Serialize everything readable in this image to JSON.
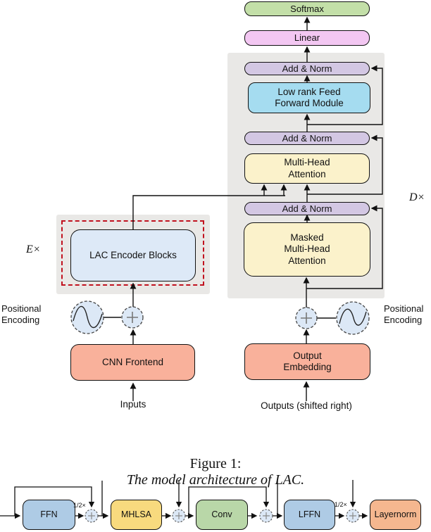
{
  "figure1": {
    "caption": {
      "prefix": "Figure 1:",
      "text": "The model architecture of LAC."
    },
    "multipliers": {
      "encoder": "E×",
      "decoder": "D×"
    },
    "decoder_stack": {
      "softmax": "Softmax",
      "linear": "Linear",
      "add_norm_top": "Add & Norm",
      "low_rank_ffn": "Low rank Feed\nForward Module",
      "add_norm_mid": "Add & Norm",
      "multi_head_attention": "Multi-Head\nAttention",
      "add_norm_bottom": "Add & Norm",
      "masked_multi_head_attention": "Masked\nMulti-Head\nAttention"
    },
    "encoder": {
      "lac_encoder_blocks": "LAC Encoder Blocks"
    },
    "io": {
      "cnn_frontend": "CNN Frontend",
      "output_embedding": "Output\nEmbedding",
      "positional_encoding_left": "Positional\nEncoding",
      "positional_encoding_right": "Positional\nEncoding",
      "inputs": "Inputs",
      "outputs": "Outputs (shifted right)"
    }
  },
  "figure2": {
    "blocks": {
      "ffn": "FFN",
      "mhlsa": "MHLSA",
      "conv": "Conv",
      "lffn": "LFFN",
      "layernorm": "Layernorm"
    },
    "scale_labels": {
      "left": "1/2×",
      "right": "1/2×"
    }
  },
  "colors": {
    "softmax_green": "#c3dfa8",
    "linear_pink": "#f3c7f2",
    "add_norm_purple": "#d3c7e3",
    "low_rank_ffn_blue": "#a5dcf0",
    "attention_yellow": "#fbf2cb",
    "lac_encoder_blue": "#dde9f7",
    "embedding_salmon": "#f9b19b",
    "panel_gray": "#e9e8e6",
    "encoder_outline_red": "#c1121f",
    "ffn_blue": "#aecbe5",
    "mhlsa_yellow": "#f8da7e",
    "conv_green": "#b9d7a8",
    "layernorm_orange": "#f5b78f",
    "circle_fill": "#dce8f6"
  }
}
